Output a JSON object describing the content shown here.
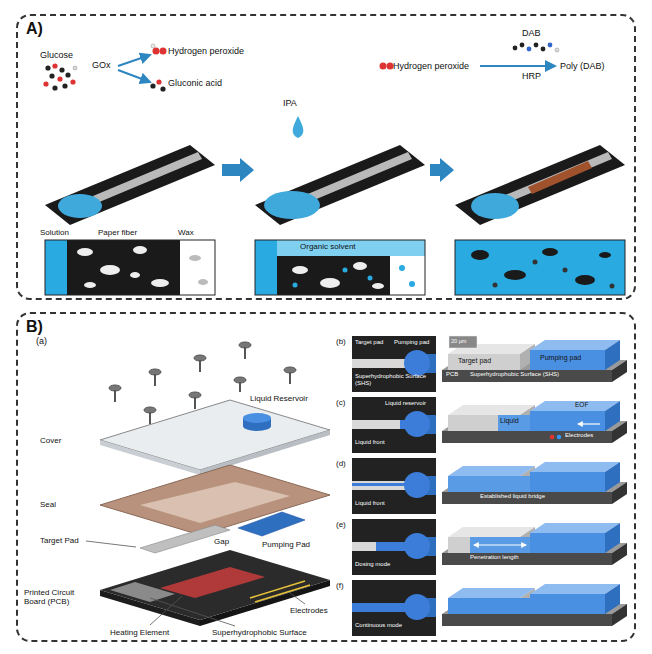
{
  "diagram": {
    "nodes": [
      {
        "text": [
          "A)"
        ]
      },
      {
        "text": [
          "B)"
        ]
      }
    ],
    "labels": [
      "Glucose",
      "GOx",
      "Hydrogen peroxide",
      "Gluconic acid",
      "IPA",
      "DAB",
      "Hydrogen peroxide",
      "HRP",
      "Poly (DAB)",
      "Solution",
      "Paper fiber",
      "Wax",
      "Organic solvent",
      "(a)",
      "Cover",
      "Liquid Reservoir",
      "Seal",
      "Target Pad",
      "Pumping Pad",
      "Gap",
      "Printed Circuit Board (PCB)",
      "Heating Element",
      "Electrodes",
      "Superhydrophobic Surface",
      "(b)",
      "Target pad",
      "Pumping pad",
      "Superhydrophobic Surface (SHS)",
      "20 µm",
      "Target pad",
      "Pumping pad",
      "Superhydrophobic Surface (SHS)",
      "PCB",
      "(c)",
      "Liquid reservoir",
      "Liquid front",
      "EOF",
      "Liquid",
      "Electrodes",
      "(d)",
      "Liquid front",
      "Established liquid bridge",
      "(e)",
      "Dosing mode",
      "Penetration length",
      "(f)",
      "Continuous mode"
    ]
  }
}
